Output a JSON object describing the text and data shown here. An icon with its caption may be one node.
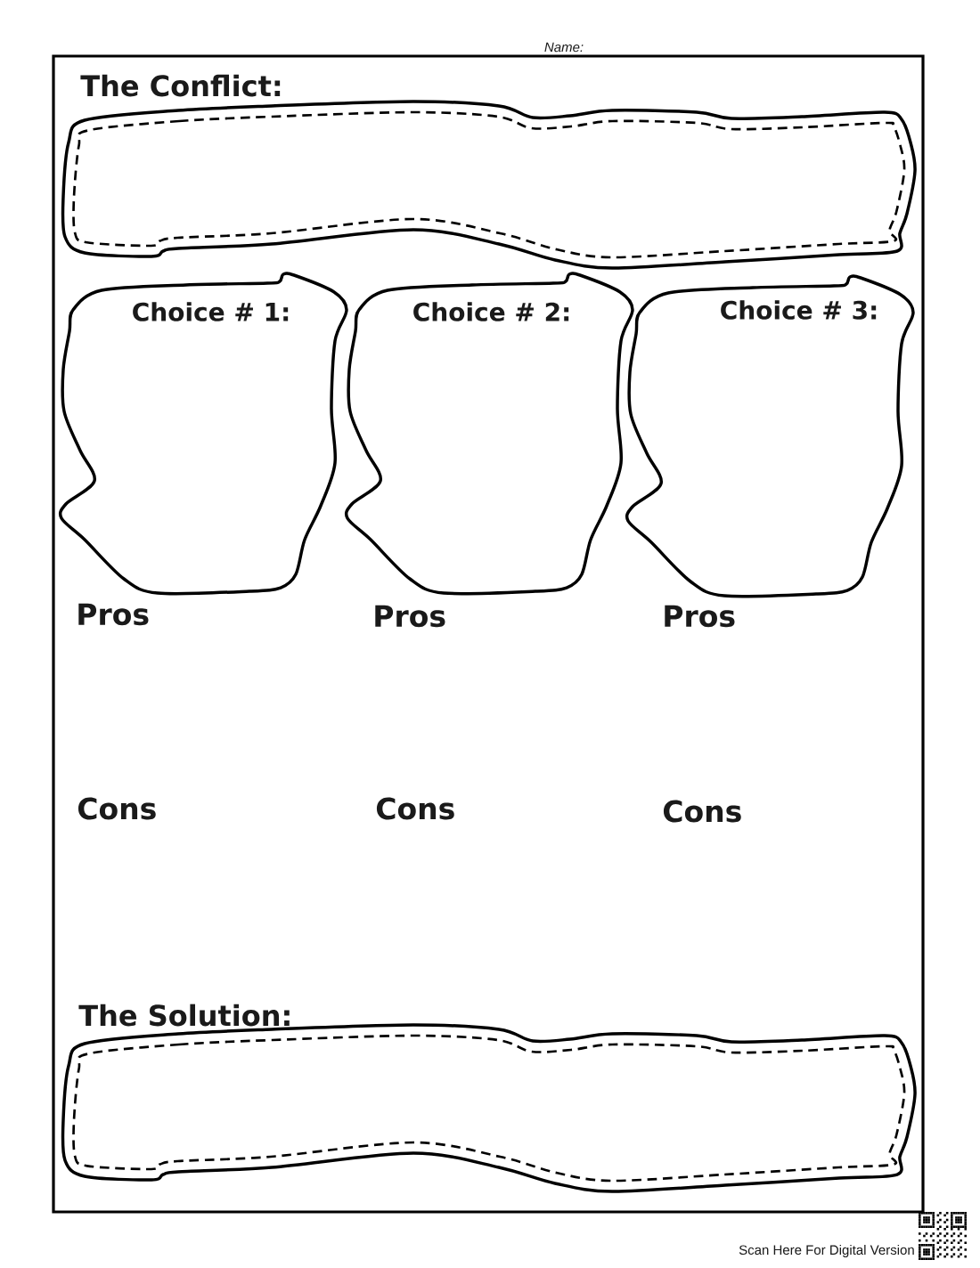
{
  "diagram": {
    "nodes": [
      {
        "text": [
          "The Conflict:"
        ]
      },
      {
        "text": [
          "Choice # 1:"
        ]
      },
      {
        "text": [
          "Choice # 2:"
        ]
      },
      {
        "text": [
          "Choice # 3:"
        ]
      },
      {
        "text": [
          "The Solution:"
        ]
      }
    ],
    "labels": [
      "Name:",
      "Pros",
      "Pros",
      "Pros",
      "Cons",
      "Cons",
      "Cons",
      "Scan Here For Digital Version"
    ]
  }
}
